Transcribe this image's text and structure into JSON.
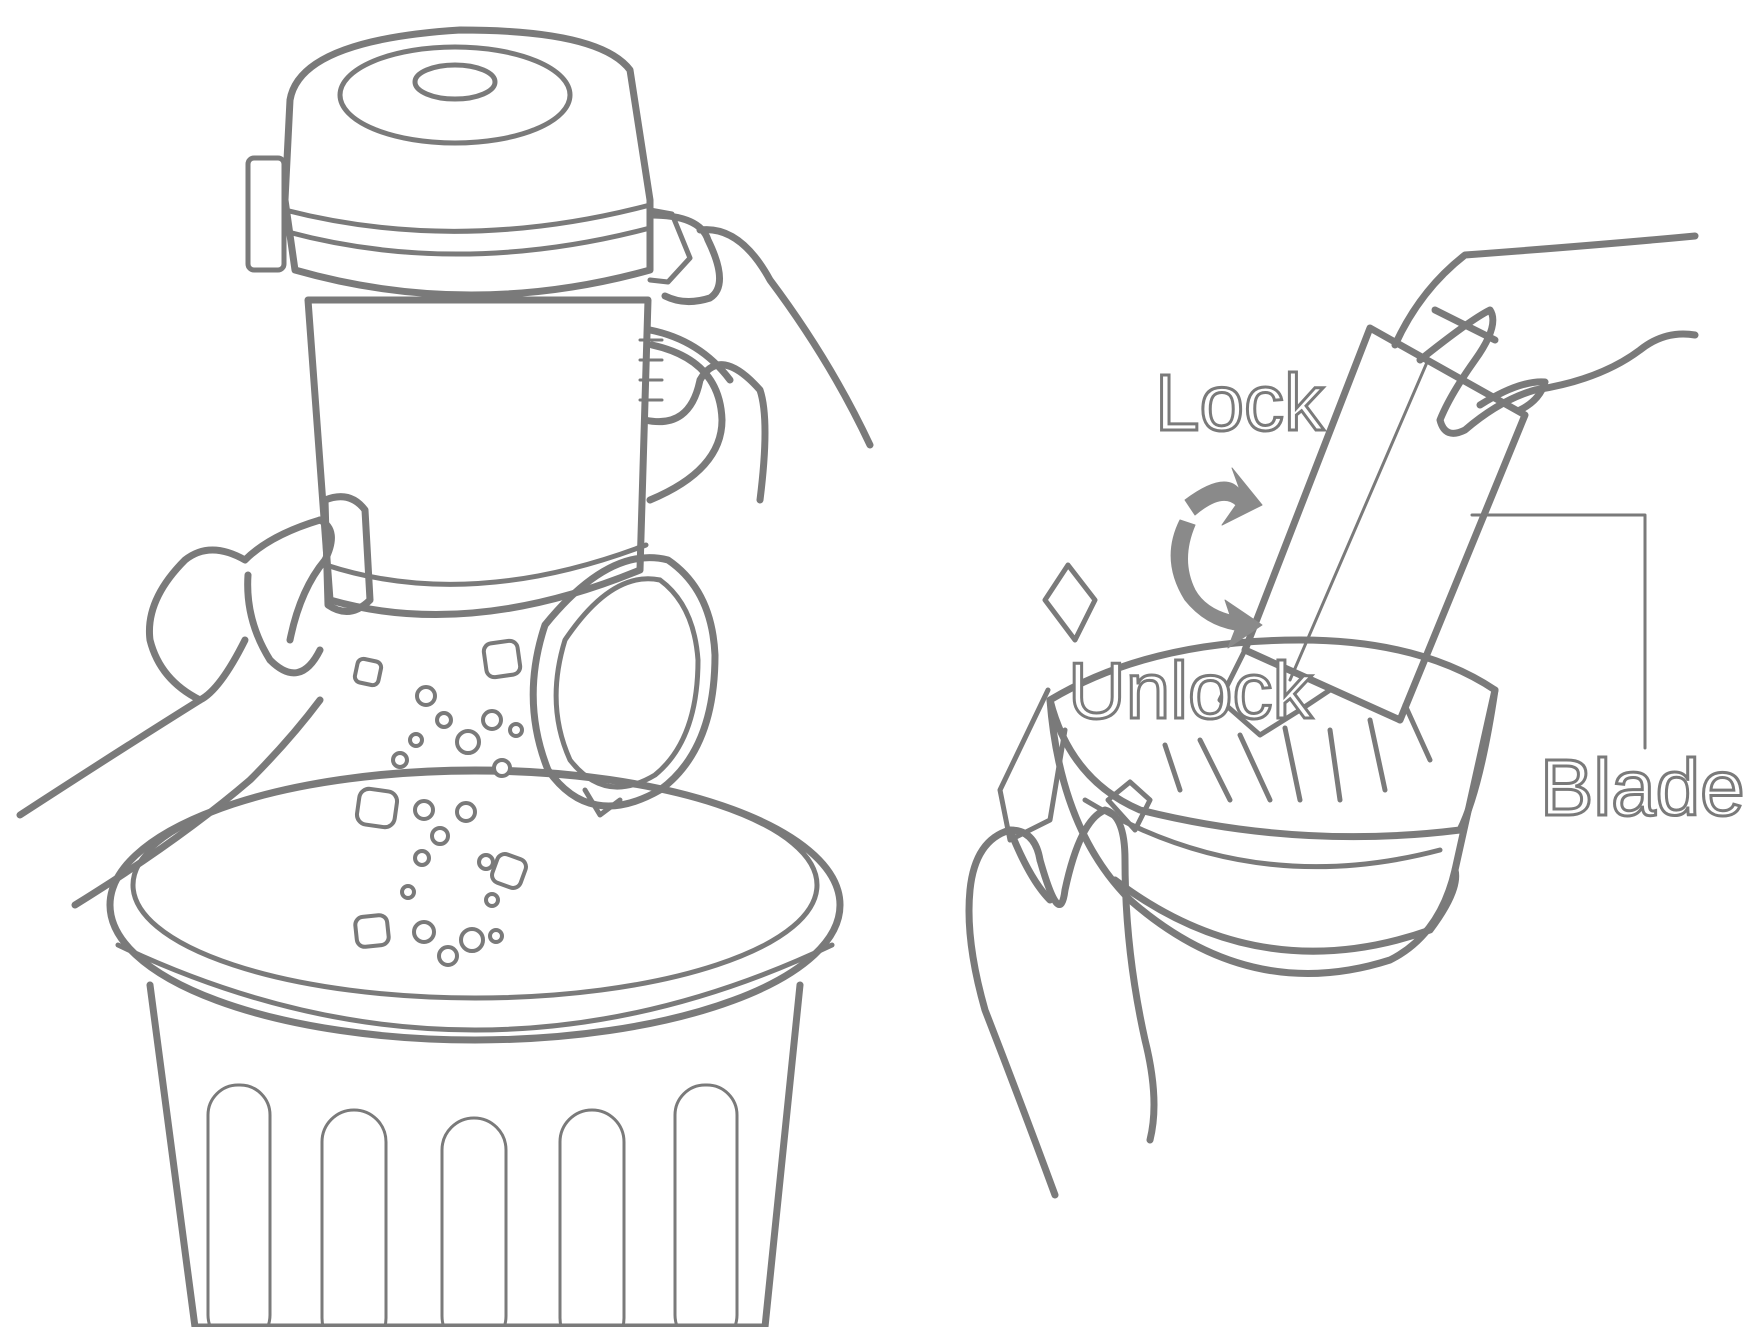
{
  "colors": {
    "line": "#7a7a7a",
    "fill": "#ffffff",
    "arrow": "#7f7f7f"
  },
  "labels": {
    "lock": "Lock",
    "unlock": "Unlock",
    "blade": "Blade"
  },
  "icons": [
    "rotate-arrow-icon"
  ]
}
